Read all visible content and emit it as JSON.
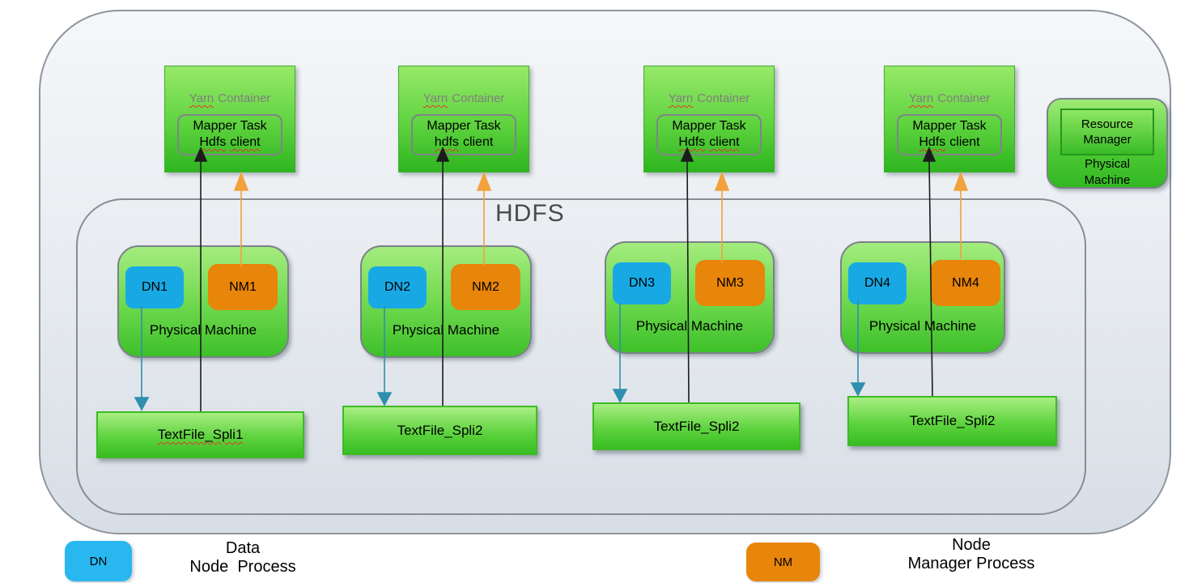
{
  "diagram": {
    "hdfs_label": "HDFS",
    "yarn_containers": [
      {
        "title_word": "Yarn",
        "title_rest": "Container",
        "task_line": "Mapper Task",
        "client_word1": "Hdfs",
        "client_word2": "client"
      },
      {
        "title_word": "Yarn",
        "title_rest": "Container",
        "task_line": "Mapper Task",
        "client_word1": "hdfs",
        "client_word2": "client"
      },
      {
        "title_word": "Yarn",
        "title_rest": "Container",
        "task_line": "Mapper Task",
        "client_word1": "Hdfs",
        "client_word2": "client"
      },
      {
        "title_word": "Yarn",
        "title_rest": "Container",
        "task_line": "Mapper Task",
        "client_word1": "Hdfs",
        "client_word2": "client"
      }
    ],
    "resource_manager": {
      "title": "Resource\nManager",
      "machine_label": "Physical\nMachine"
    },
    "machines": [
      {
        "dn": "DN1",
        "nm": "NM1",
        "label": "Physical Machine"
      },
      {
        "dn": "DN2",
        "nm": "NM2",
        "label": "Physical Machine"
      },
      {
        "dn": "DN3",
        "nm": "NM3",
        "label": "Physical Machine"
      },
      {
        "dn": "DN4",
        "nm": "NM4",
        "label": "Physical Machine"
      }
    ],
    "text_files": [
      {
        "label": "TextFile_Spli1"
      },
      {
        "label": "TextFile_Spli2"
      },
      {
        "label": "TextFile_Spli2"
      },
      {
        "label": "TextFile_Spli2"
      }
    ]
  },
  "legend": {
    "dn_badge": "DN",
    "dn_label": "Data\nNode  Process",
    "nm_badge": "NM",
    "nm_label": "Node\nManager Process"
  },
  "colors": {
    "data_node_blue": "#18a9e5",
    "node_manager_orange": "#e8850b",
    "box_green_top": "#9ee973",
    "box_green_bottom": "#2eb51f",
    "black_arrow": "#1c1c1c",
    "orange_arrow": "#f2a13c",
    "teal_arrow": "#2e8fae",
    "boundary_gray": "#8e959e"
  }
}
